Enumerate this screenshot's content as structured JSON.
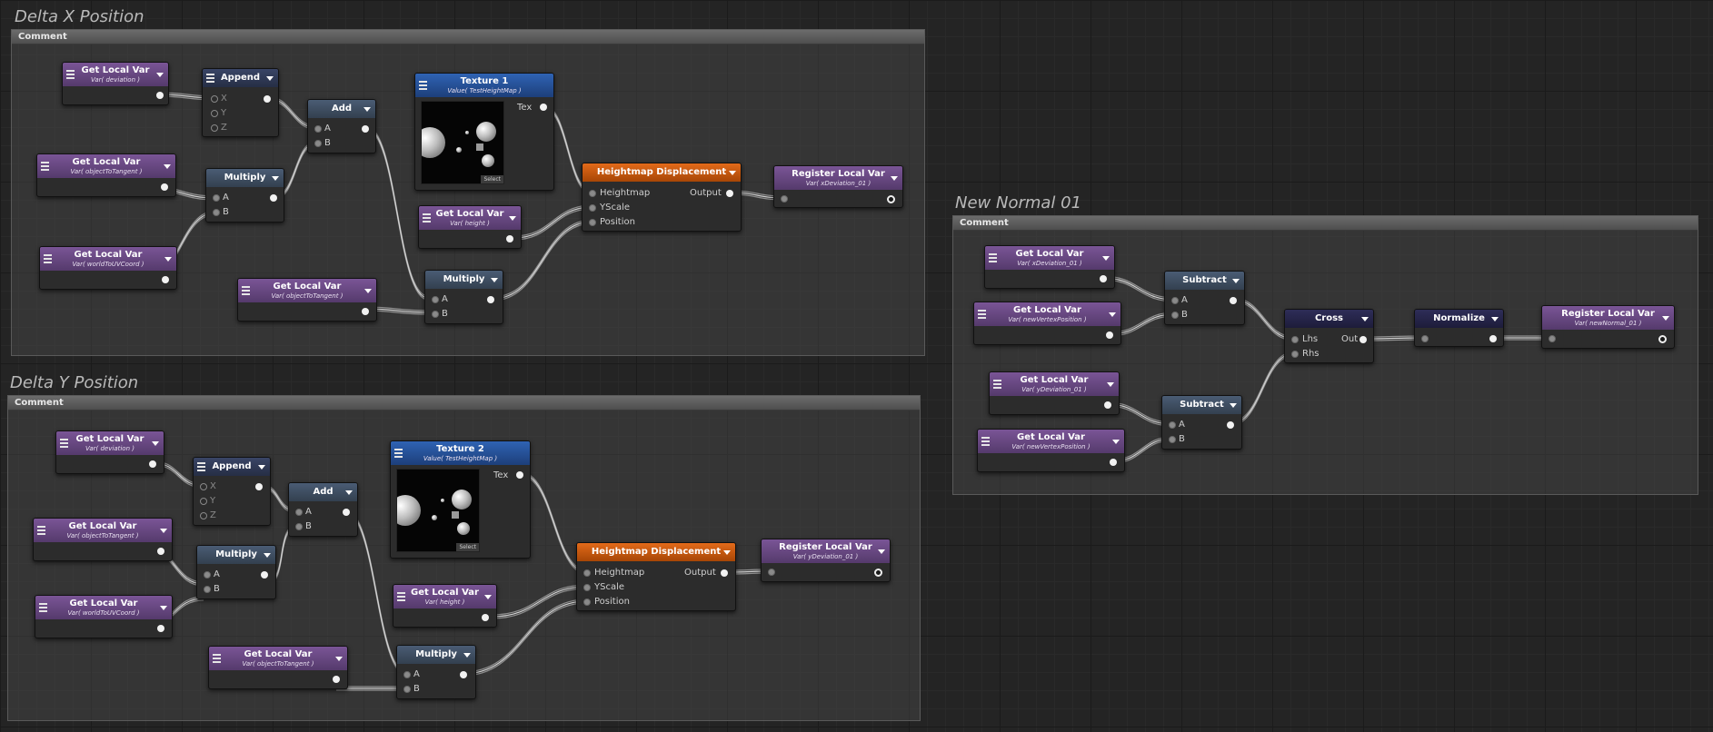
{
  "groups": [
    {
      "title": "Delta X Position",
      "header": "Comment"
    },
    {
      "title": "Delta Y Position",
      "header": "Comment"
    },
    {
      "title": "New Normal 01",
      "header": "Comment"
    }
  ],
  "labels": {
    "get_local_var": "Get Local Var",
    "register_local_var": "Register Local Var",
    "append": "Append",
    "add": "Add",
    "multiply": "Multiply",
    "subtract": "Subtract",
    "cross": "Cross",
    "normalize": "Normalize",
    "heightmap_displacement": "Heightmap Displacement",
    "texture1": "Texture 1",
    "texture2": "Texture 2",
    "select": "Select"
  },
  "vars": {
    "deviation": "Var( deviation )",
    "objectToTangent": "Var( objectToTangent )",
    "worldToUVCoord": "Var( worldToUVCoord )",
    "height": "Var( height )",
    "xDeviation_01": "Var( xDeviation_01 )",
    "yDeviation_01": "Var( yDeviation_01 )",
    "newVertexPosition": "Var( newVertexPosition )",
    "newNormal_01": "Var( newNormal_01 )",
    "testHeightMap": "Value( TestHeightMap )"
  },
  "ports": {
    "x": "X",
    "y": "Y",
    "z": "Z",
    "a": "A",
    "b": "B",
    "tex": "Tex",
    "heightmap": "Heightmap",
    "yscale": "YScale",
    "position": "Position",
    "output": "Output",
    "lhs": "Lhs",
    "rhs": "Rhs",
    "out": "Out"
  },
  "colors": {
    "var_node": "#6b4a85",
    "math_node": "#435468",
    "texture_node": "#2a57a0",
    "heightmap_node": "#d65f12",
    "cross_node": "#29284f",
    "wire": "#d9d9d9"
  }
}
